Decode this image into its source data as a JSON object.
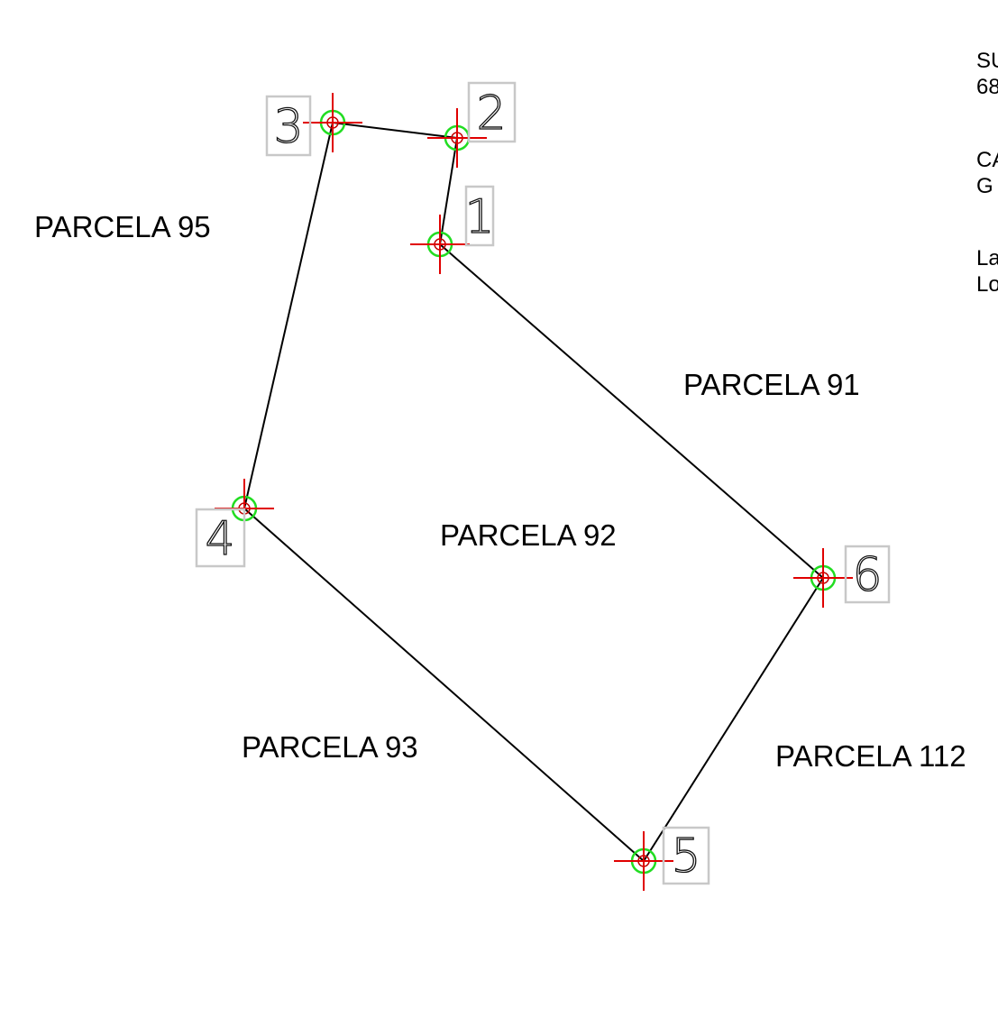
{
  "colors": {
    "boundary": "#000000",
    "marker_cross": "#e00000",
    "marker_ring": "#22dd22",
    "vertex_box": "#c8c8c8"
  },
  "parcels": [
    {
      "id": "p95",
      "label": "PARCELA 95"
    },
    {
      "id": "p91",
      "label": "PARCELA 91"
    },
    {
      "id": "p92",
      "label": "PARCELA 92"
    },
    {
      "id": "p93",
      "label": "PARCELA 93"
    },
    {
      "id": "p112",
      "label": "PARCELA 112"
    }
  ],
  "vertices": [
    "1",
    "2",
    "3",
    "4",
    "5",
    "6"
  ],
  "side_panel": {
    "line1": "SU",
    "line2": "68",
    "line3": "CA",
    "line4": "G",
    "line5": "La",
    "line6": "Lo"
  }
}
